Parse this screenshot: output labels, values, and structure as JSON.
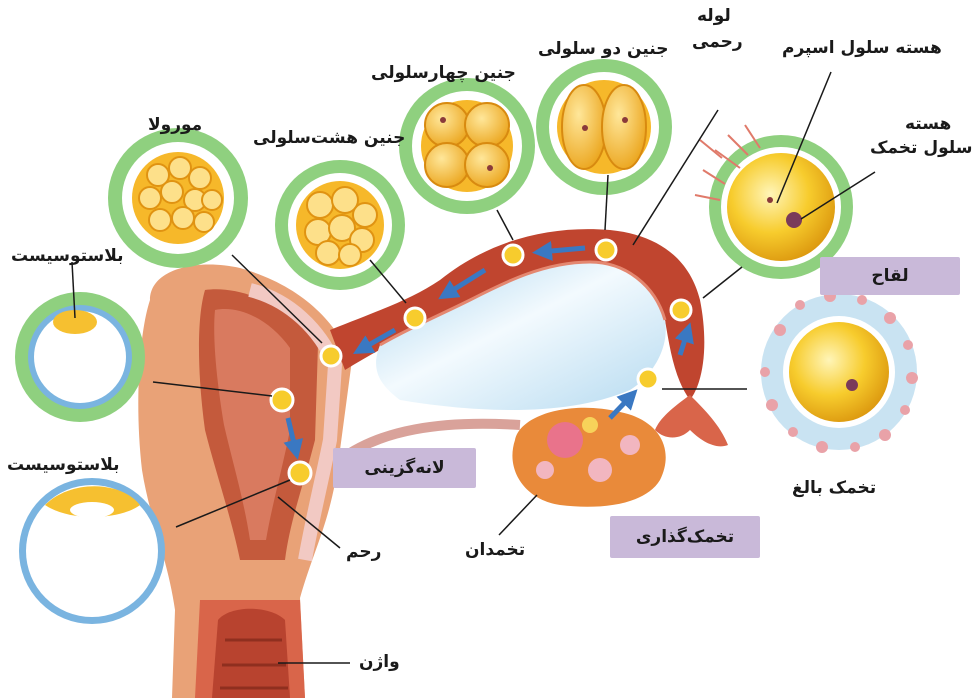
{
  "labels": {
    "sperm_nucleus": "هسته سلول اسپرم",
    "egg_nucleus_line1": "هسته",
    "egg_nucleus_line2": "سلول تخمک",
    "tube_line1": "لوله",
    "tube_line2": "رحمی",
    "two_cell": "جنین دو سلولی",
    "four_cell": "جنین چهارسلولی",
    "eight_cell": "جنین هشت‌سلولی",
    "morula": "مورولا",
    "blastocyst_1": "بلاستوسیست",
    "blastocyst_2": "بلاستوسیست",
    "fertilization": "لقاح",
    "mature_egg": "تخمک بالغ",
    "implantation": "لانه‌گزینی",
    "ovulation": "تخمک‌گذاری",
    "uterus": "رحم",
    "ovary": "تخمدان",
    "vagina": "واژن"
  },
  "colors": {
    "uterus": "#e9a277",
    "uterus_inner": "#c45a3c",
    "tube": "#c0452f",
    "zona": "#8fd07f",
    "egg": "#f6c927",
    "corona": "#c9e3f2",
    "corona_dots": "#e9a2a8",
    "label_box": "#c9b9d9",
    "arrow": "#3a78c2"
  }
}
